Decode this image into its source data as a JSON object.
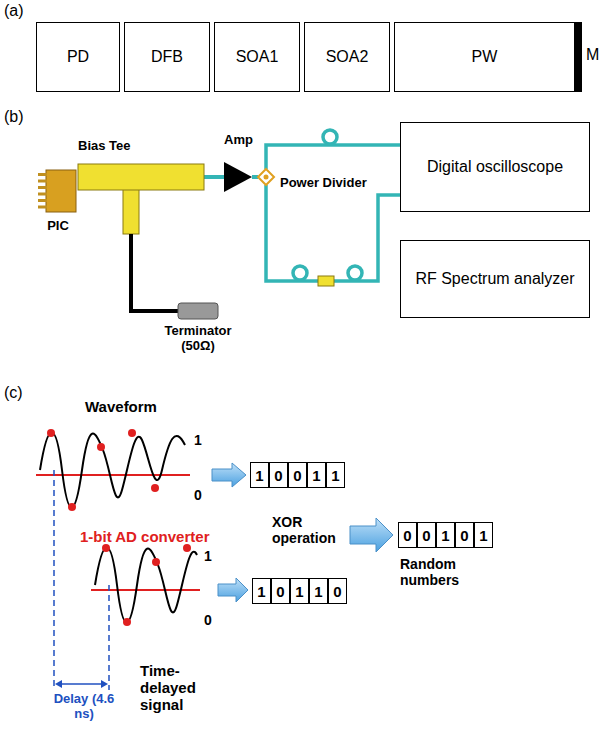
{
  "diagram": {
    "nodes": [
      {
        "text": [
          "PD"
        ]
      },
      {
        "text": [
          "DFB"
        ]
      },
      {
        "text": [
          "SOA1"
        ]
      },
      {
        "text": [
          "SOA2"
        ]
      },
      {
        "text": [
          "PW"
        ]
      },
      {
        "text": [
          "PIC"
        ]
      },
      {
        "text": [
          "Bias Tee"
        ]
      },
      {
        "text": [
          "Amp"
        ]
      },
      {
        "text": [
          "Power Divider"
        ]
      },
      {
        "text": [
          "Terminator (50Ω)"
        ]
      },
      {
        "text": [
          "Digital oscilloscope"
        ]
      },
      {
        "text": [
          "RF Spectrum analyzer"
        ]
      }
    ],
    "edges": [
      {
        "from": 5,
        "to": 6,
        "arrow": "none"
      },
      {
        "from": 6,
        "to": 9,
        "arrow": "none"
      },
      {
        "from": 6,
        "to": 7,
        "arrow": "none"
      },
      {
        "from": 7,
        "to": 8,
        "arrow": "none"
      },
      {
        "from": 8,
        "to": 10,
        "arrow": "none"
      },
      {
        "from": 8,
        "to": 10,
        "arrow": "none"
      }
    ],
    "labels": [
      "(a)",
      "M",
      "(b)",
      "(c)",
      "Waveform",
      "1",
      "0",
      "1",
      "0",
      "0",
      "1",
      "1",
      "1-bit AD converter",
      "XOR operation",
      "0",
      "0",
      "1",
      "0",
      "1",
      "Random numbers",
      "1",
      "0",
      "1",
      "0",
      "1",
      "1",
      "0",
      "Delay (4.6 ns)",
      "Time-delayed signal"
    ]
  }
}
